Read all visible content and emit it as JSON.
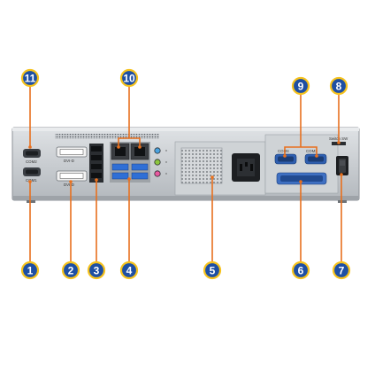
{
  "callouts": [
    {
      "number": "1"
    },
    {
      "number": "2"
    },
    {
      "number": "3"
    },
    {
      "number": "4"
    },
    {
      "number": "5"
    },
    {
      "number": "6"
    },
    {
      "number": "7"
    },
    {
      "number": "8"
    },
    {
      "number": "9"
    },
    {
      "number": "10"
    },
    {
      "number": "11"
    }
  ],
  "port_labels": {
    "com2": "COM2",
    "com1": "COM1",
    "dvi_top": "DVI-D",
    "dvi_bottom": "DVI-D",
    "com4": "COM4",
    "com3": "COM3",
    "switch": "Switch SW"
  },
  "colors": {
    "badge_fill": "#1e4fa3",
    "badge_ring": "#f6c21c",
    "leader": "#e8701e",
    "chassis": "#c7cbcf"
  }
}
